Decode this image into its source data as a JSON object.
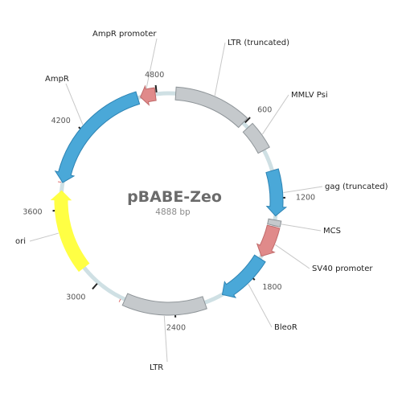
{
  "plasmid": {
    "name": "pBABE-Zeo",
    "size_label": "4888 bp",
    "total_bp": 4888,
    "backbone_color": "#cfe0e4"
  },
  "ticks": [
    {
      "bp": 600,
      "label": "600"
    },
    {
      "bp": 1200,
      "label": "1200"
    },
    {
      "bp": 1800,
      "label": "1800"
    },
    {
      "bp": 2400,
      "label": "2400"
    },
    {
      "bp": 3000,
      "label": "3000"
    },
    {
      "bp": 3600,
      "label": "3600"
    },
    {
      "bp": 4200,
      "label": "4200"
    },
    {
      "bp": 4800,
      "label": "4800"
    }
  ],
  "features": [
    {
      "id": "ltr-truncated",
      "label": "LTR (truncated)",
      "start": 50,
      "end": 590,
      "strand": 0,
      "color": "#c5c9cc",
      "stroke": "#8e9498"
    },
    {
      "id": "mmlv-psi",
      "label": "MMLV Psi",
      "start": 640,
      "end": 840,
      "strand": 0,
      "color": "#c5c9cc",
      "stroke": "#8e9498"
    },
    {
      "id": "gag-truncated",
      "label": "gag (truncated)",
      "start": 1000,
      "end": 1330,
      "strand": 1,
      "color": "#4aa8d8",
      "stroke": "#2e84b4"
    },
    {
      "id": "mcs",
      "label": "MCS",
      "start": 1360,
      "end": 1400,
      "strand": 0,
      "color": "#c5c9cc",
      "stroke": "#8e9498"
    },
    {
      "id": "sv40-promoter",
      "label": "SV40 promoter",
      "start": 1410,
      "end": 1640,
      "strand": 1,
      "color": "#e08a8a",
      "stroke": "#c06a6a"
    },
    {
      "id": "bleor",
      "label": "BleoR",
      "start": 1660,
      "end": 2040,
      "strand": 1,
      "color": "#4aa8d8",
      "stroke": "#2e84b4"
    },
    {
      "id": "ltr",
      "label": "LTR",
      "start": 2180,
      "end": 2770,
      "strand": 0,
      "color": "#c5c9cc",
      "stroke": "#8e9498"
    },
    {
      "id": "ori",
      "label": "ori",
      "start": 3150,
      "end": 3740,
      "strand": 1,
      "color": "#ffff44",
      "stroke": "#ffff44"
    },
    {
      "id": "ampr",
      "label": "AmpR",
      "start": 3800,
      "end": 4660,
      "strand": -1,
      "color": "#4aa8d8",
      "stroke": "#2e84b4"
    },
    {
      "id": "ampr-promoter",
      "label": "AmpR promoter",
      "start": 4680,
      "end": 4790,
      "strand": -1,
      "color": "#e08a8a",
      "stroke": "#c06a6a"
    }
  ]
}
